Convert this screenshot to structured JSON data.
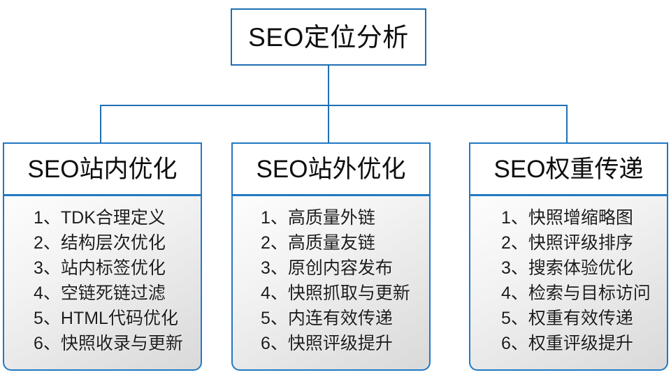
{
  "diagram": {
    "root": {
      "label": "SEO定位分析"
    },
    "branches": [
      {
        "header": "SEO站内优化",
        "items": [
          "1、TDK合理定义",
          "2、结构层次优化",
          "3、站内标签优化",
          "4、空链死链过滤",
          "5、HTML代码优化",
          "6、快照收录与更新"
        ]
      },
      {
        "header": "SEO站外优化",
        "items": [
          "1、高质量外链",
          "2、高质量友链",
          "3、原创内容发布",
          "4、快照抓取与更新",
          "5、内连有效传递",
          "6、快照评级提升"
        ]
      },
      {
        "header": "SEO权重传递",
        "items": [
          "1、快照增缩略图",
          "2、快照评级排序",
          "3、搜索体验优化",
          "4、检索与目标访问",
          "5、权重有效传递",
          "6、权重评级提升"
        ]
      }
    ],
    "colors": {
      "border": "#2079c4",
      "root_border": "#1f6fb5",
      "connector": "#1f6fb5",
      "text": "#0d0d0d",
      "body_fill_light": "#fdfdfd",
      "body_fill_dark": "#d9d9d9"
    }
  }
}
